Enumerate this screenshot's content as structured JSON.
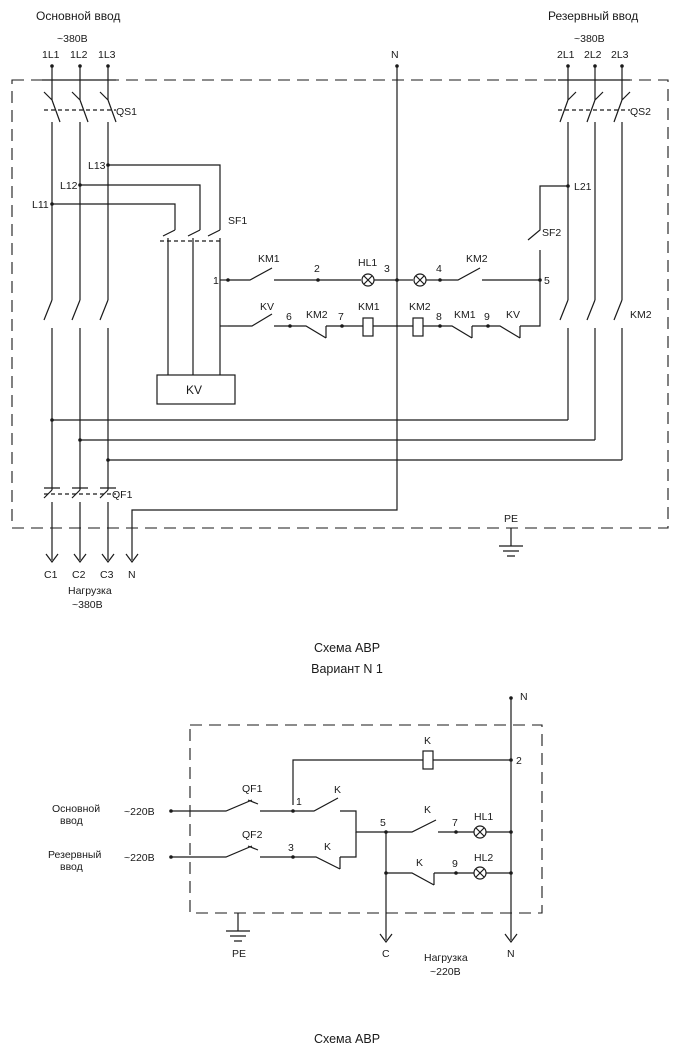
{
  "scheme1": {
    "main_input": "Основной ввод",
    "reserve_input": "Резервный ввод",
    "voltage_left": "~380В",
    "voltage_right": "~380В",
    "phases_left": [
      "1L1",
      "1L2",
      "1L3"
    ],
    "phases_right": [
      "2L1",
      "2L2",
      "2L3"
    ],
    "neutral": "N",
    "qs1": "QS1",
    "qs2": "QS2",
    "l11": "L11",
    "l12": "L12",
    "l13": "L13",
    "l21": "L21",
    "sf1": "SF1",
    "sf2": "SF2",
    "km1": "KM1",
    "km2": "KM2",
    "kv": "KV",
    "hl1": "HL1",
    "qf1": "QF1",
    "pe": "PE",
    "n1": "1",
    "n2": "2",
    "n3": "3",
    "n4": "4",
    "n5": "5",
    "n6": "6",
    "n7": "7",
    "n8": "8",
    "n9": "9",
    "outputs": [
      "C1",
      "C2",
      "C3",
      "N"
    ],
    "load_label": "Нагрузка",
    "load_voltage": "~380В",
    "title": "Схема АВР",
    "subtitle": "Вариант N 1"
  },
  "scheme2": {
    "neutral": "N",
    "relay": "K",
    "main_input_line1": "Основной",
    "main_input_line2": "ввод",
    "main_voltage": "~220В",
    "reserve_input_line1": "Резервный",
    "reserve_input_line2": "ввод",
    "reserve_voltage": "~220В",
    "qf1": "QF1",
    "qf2": "QF2",
    "hl1": "HL1",
    "hl2": "HL2",
    "n1": "1",
    "n2": "2",
    "n3": "3",
    "n5": "5",
    "n7": "7",
    "n9": "9",
    "pe": "PE",
    "c_out": "C",
    "n_out": "N",
    "load_label": "Нагрузка",
    "load_voltage": "~220В",
    "title": "Схема АВР"
  }
}
